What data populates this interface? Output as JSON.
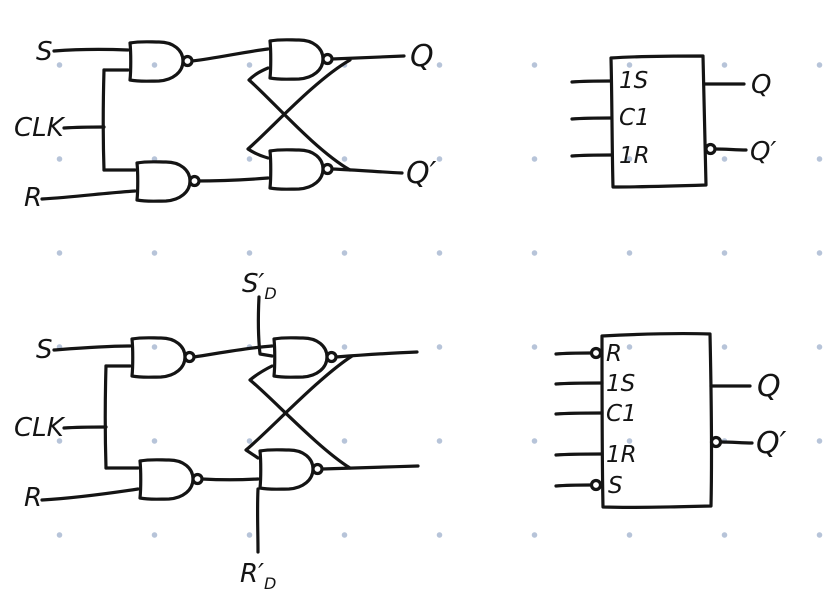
{
  "app": {
    "background_color": "#ffffff",
    "dot_grid_color": "#b7c4d9",
    "ink_color": "#141414"
  },
  "top_left_circuit": {
    "input_s": "S",
    "input_clk": "CLK",
    "input_r": "R",
    "output_q": "Q",
    "output_q_bar": "Q′"
  },
  "top_right_symbol": {
    "pin_set": "1S",
    "pin_clock": "C1",
    "pin_reset": "1R",
    "output_q": "Q",
    "output_q_bar": "Q′"
  },
  "bottom_left_circuit": {
    "async_set": "S′",
    "async_set_sub": "D",
    "input_s": "S",
    "input_clk": "CLK",
    "input_r": "R",
    "async_reset": "R′",
    "async_reset_sub": "D"
  },
  "bottom_right_symbol": {
    "pin_async_reset": "R",
    "pin_set": "1S",
    "pin_clock": "C1",
    "pin_reset": "1R",
    "pin_async_set": "S",
    "output_q": "Q",
    "output_q_bar": "Q′"
  }
}
